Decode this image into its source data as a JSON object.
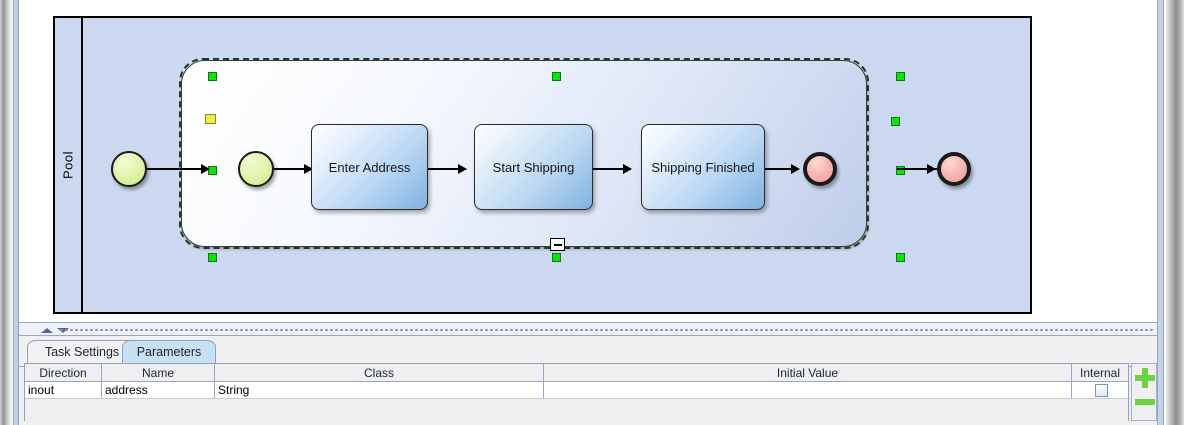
{
  "diagram": {
    "pool": {
      "label": "Pool"
    },
    "subprocess": {
      "selected": true,
      "collapse_marker": "minus"
    },
    "nodes": [
      {
        "id": "start-outer",
        "type": "start-event",
        "label": ""
      },
      {
        "id": "start-inner",
        "type": "start-event",
        "label": ""
      },
      {
        "id": "task-1",
        "type": "task",
        "label": "Enter Address"
      },
      {
        "id": "task-2",
        "type": "task",
        "label": "Start Shipping"
      },
      {
        "id": "task-3",
        "type": "task",
        "label": "Shipping Finished"
      },
      {
        "id": "end-inner",
        "type": "end-event",
        "label": ""
      },
      {
        "id": "end-outer",
        "type": "end-event",
        "label": ""
      }
    ],
    "colors": {
      "pool_fill": "#ccd8f0",
      "selection": "#13e013",
      "start_event": "#cbe88a",
      "end_event": "#f7b5ae",
      "task_fill": "#7fb2e0"
    }
  },
  "bottom_panel": {
    "tabs": [
      {
        "label": "Task Settings",
        "active": false
      },
      {
        "label": "Parameters",
        "active": true
      }
    ],
    "table": {
      "columns": [
        "Direction",
        "Name",
        "Class",
        "Initial Value",
        "Internal"
      ],
      "rows": [
        {
          "direction": "inout",
          "name": "address",
          "class": "String",
          "initial_value": "",
          "internal": false
        }
      ]
    },
    "buttons": {
      "add": "+",
      "remove": "-"
    }
  }
}
